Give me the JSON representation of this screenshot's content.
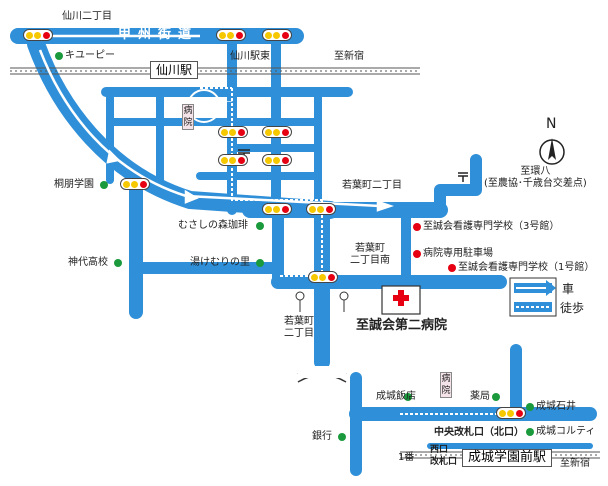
{
  "roads": {
    "koshu_kaido": "甲州街道"
  },
  "stations": {
    "sengawa": "仙川駅",
    "seijo_gakuen_mae": "成城学園前駅"
  },
  "intersections": {
    "sengawa_2chome": "仙川二丁目",
    "sengawa_eki_higashi": "仙川駅東",
    "wakabacho_2chome": "若葉町二丁目",
    "wakabacho_2chome_minami": "若葉町\n二丁目南"
  },
  "directions": {
    "to_shinjuku_top": "至新宿",
    "to_kanpachi": "至環八\n(至農協･千歳台交差点)",
    "to_shinjuku_bottom": "至新宿"
  },
  "landmarks": {
    "kewpie": "キユーピー",
    "toho_gakuen": "桐朋学園",
    "kanda_koko": "神代高校",
    "musashi_coffee": "むさしの森珈琲",
    "yukemuri": "湯けむりの里",
    "school3": "至誠会看護専門学校（3号館）",
    "parking": "病院専用駐車場",
    "school1": "至誠会看護専門学校（1号館）",
    "seijo_hanten": "成城飯店",
    "yakkyoku": "薬局",
    "seijo_ishii": "成城石井",
    "ginko": "銀行",
    "seijo_corty": "成城コルティ"
  },
  "hospital": {
    "name": "至誠会第二病院",
    "icon_text": "病院"
  },
  "rotary": "ロータリー",
  "bus_stop": {
    "name": "若葉町\n二丁目"
  },
  "station_exits": {
    "central_north": "中央改札口（北口）",
    "west_number": "1番",
    "west_exit": "西口\n改札口"
  },
  "legend": {
    "car": "車",
    "walk": "徒歩"
  },
  "compass": "N",
  "colors": {
    "road": "#2f8fd8",
    "walk": "#ffffff",
    "hospital_cross": "#e60012",
    "landmark_green": "#1a9a3c",
    "landmark_red": "#e60012",
    "signal_yellow": "#f6c800",
    "signal_red": "#e60012",
    "signal_blue": "#2a5fc0"
  }
}
